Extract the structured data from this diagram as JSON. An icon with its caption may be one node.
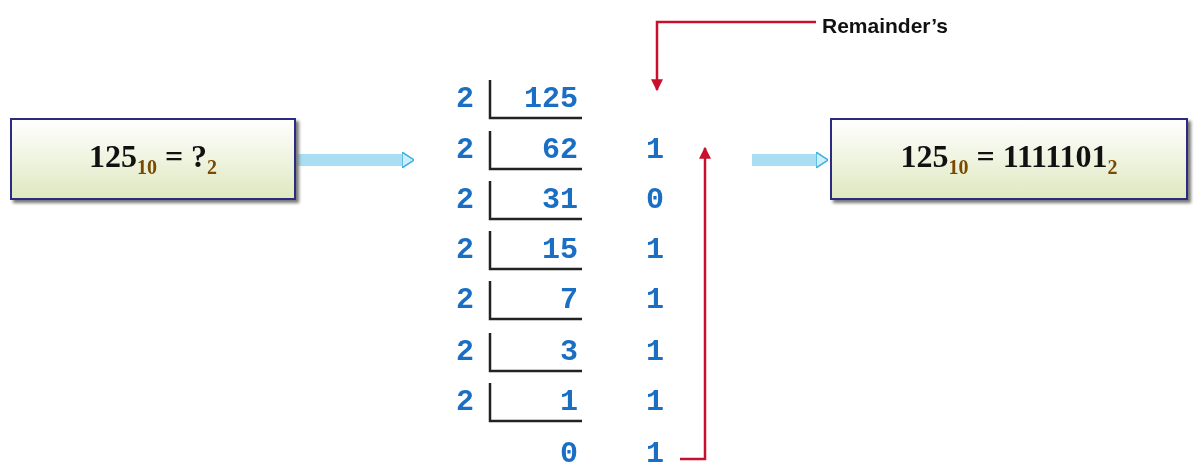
{
  "diagram": {
    "nodes": [
      {
        "text": [
          "125$_{10}$ = ?$_{2}$"
        ]
      },
      {
        "text": [
          "Remainder’s"
        ]
      },
      {
        "text": [
          "125$_{10}$ = 1111101$_{2}$"
        ]
      }
    ],
    "edges": [
      {
        "from": 0,
        "to": null,
        "arrow": "to"
      },
      {
        "from": 1,
        "to": null,
        "arrow": "to",
        "color": "#c8102e"
      },
      {
        "from": null,
        "to": 2,
        "arrow": "to"
      }
    ],
    "labels": [
      "2",
      "125",
      "2",
      "62",
      "1",
      "2",
      "31",
      "0",
      "2",
      "15",
      "1",
      "2",
      "7",
      "1",
      "2",
      "3",
      "1",
      "2",
      "1",
      "1",
      "0",
      "1"
    ]
  }
}
